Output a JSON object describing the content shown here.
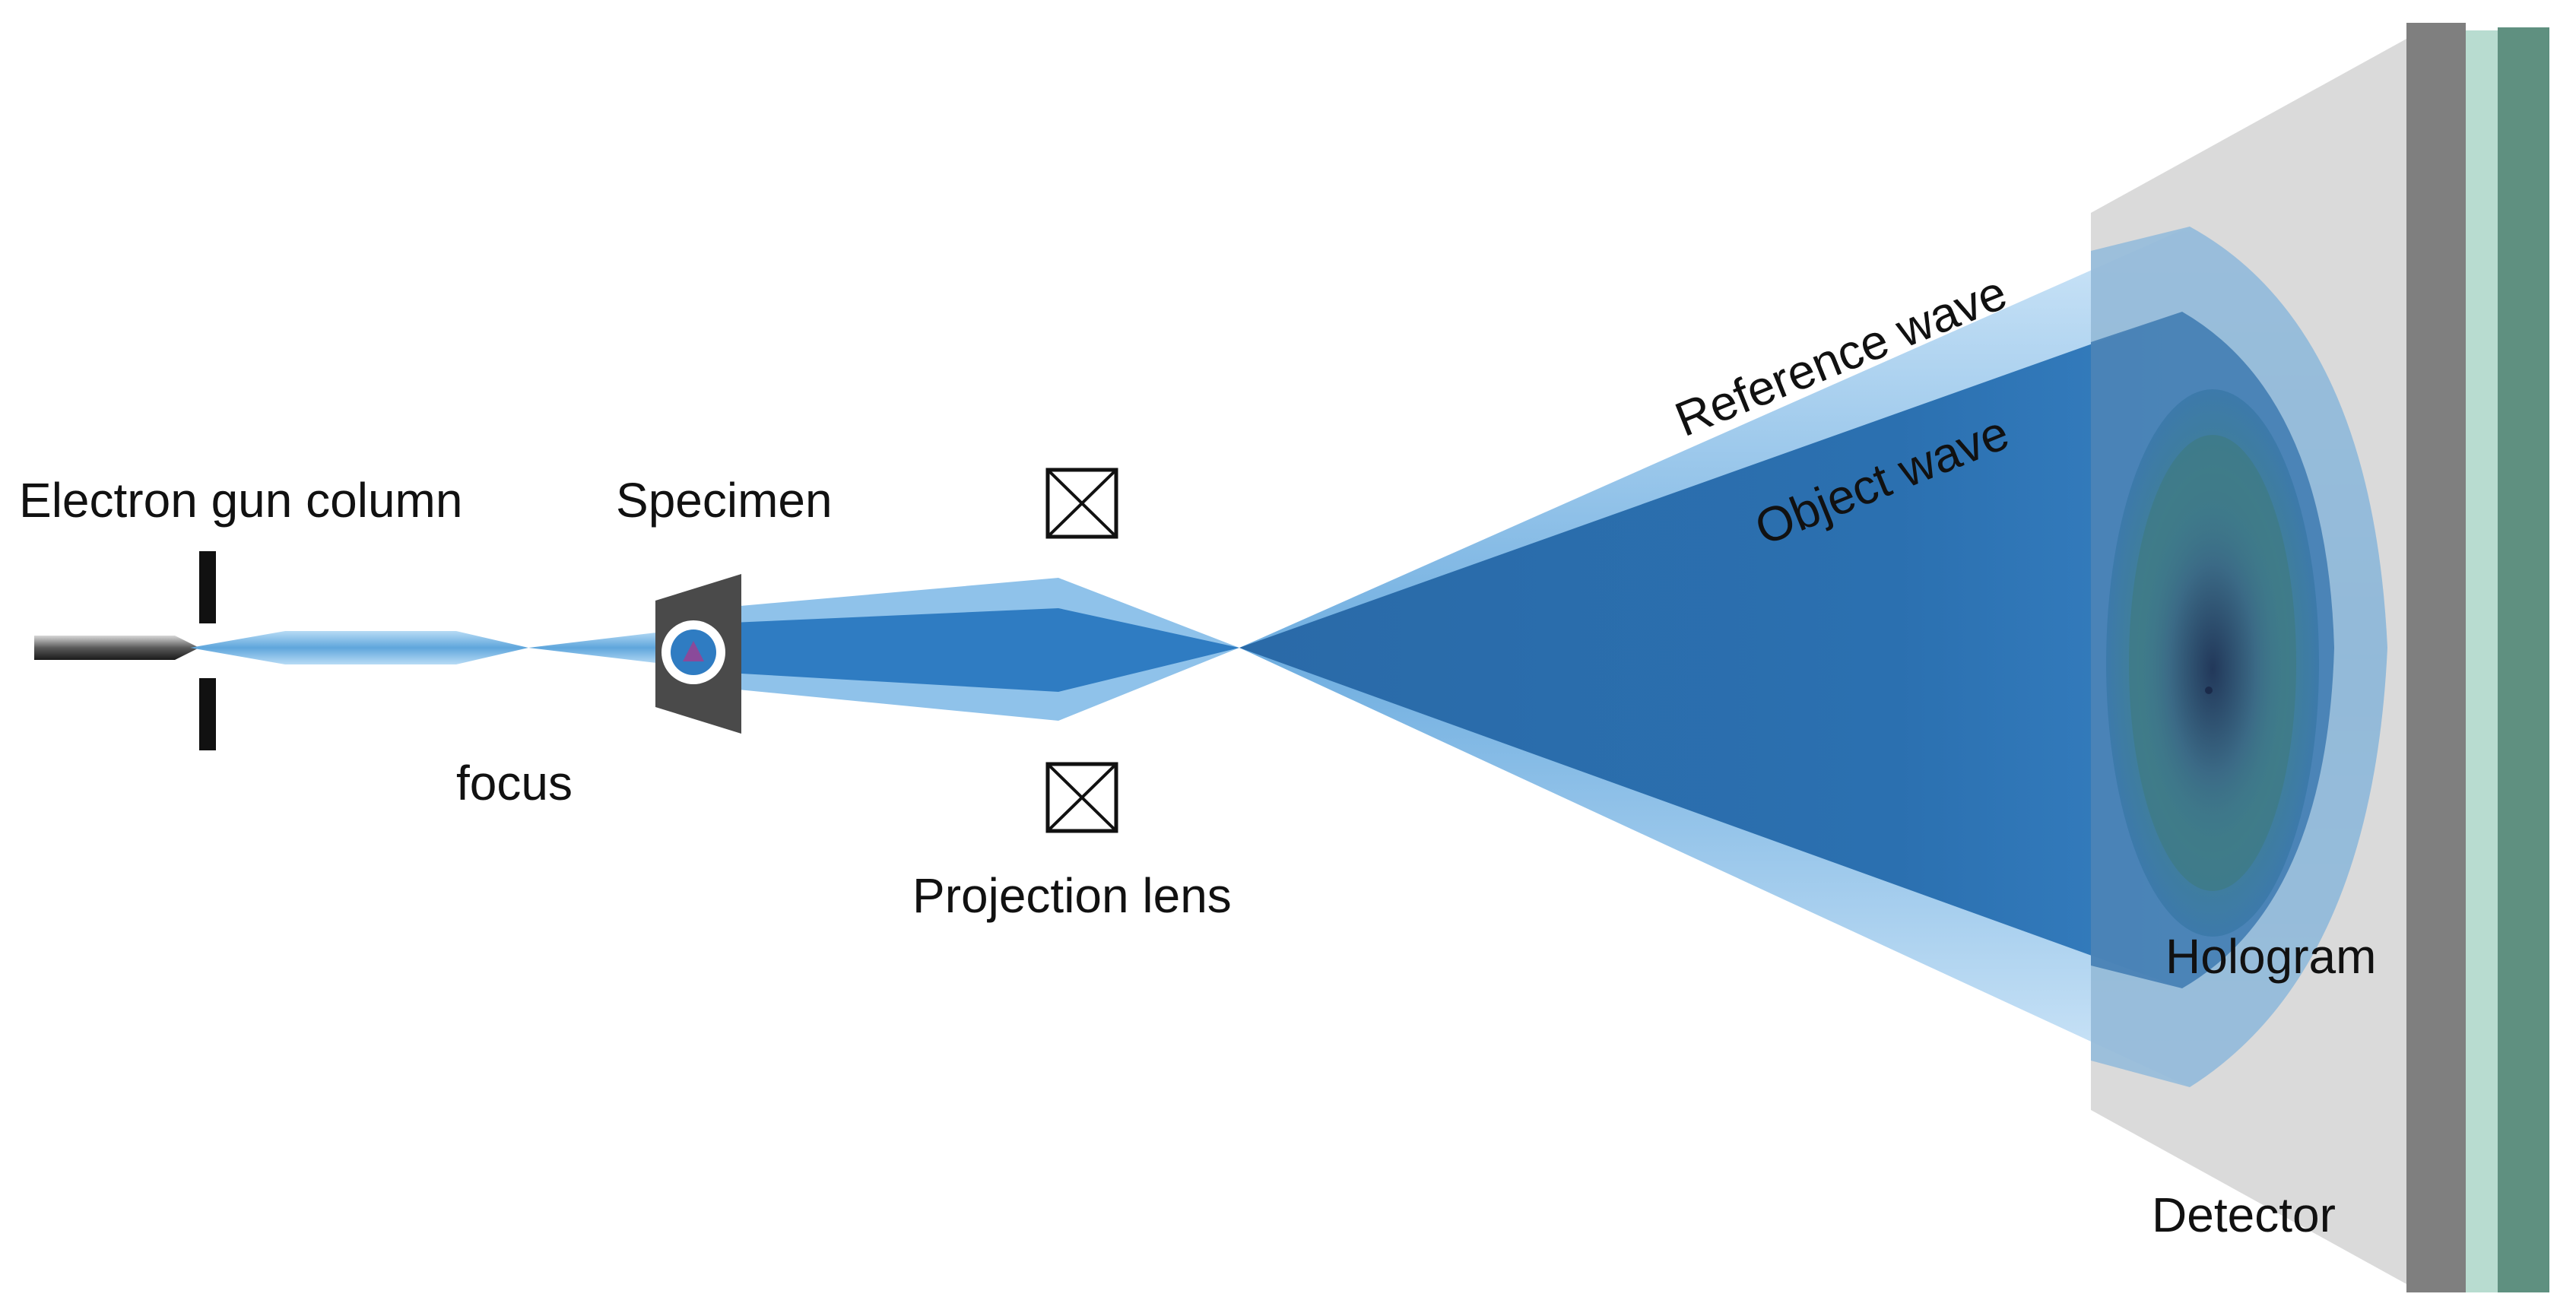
{
  "labels": {
    "electron_gun_column": "Electron gun column",
    "specimen": "Specimen",
    "focus": "focus",
    "projection_lens": "Projection lens",
    "reference_wave": "Reference wave",
    "object_wave": "Object wave",
    "hologram": "Hologram",
    "detector": "Detector"
  },
  "colors": {
    "beam_light": "#a9d1f0",
    "beam_mid": "#5aa2dc",
    "beam_dark": "#1f5f9f",
    "detector_face": "#d8d8d8",
    "detector_plate_dark": "#7f7f7f",
    "detector_plate_mint": "#b8dcd0",
    "detector_plate_green": "#5f9080"
  },
  "icons": {
    "lens_symbol": "boxed-x-icon"
  }
}
